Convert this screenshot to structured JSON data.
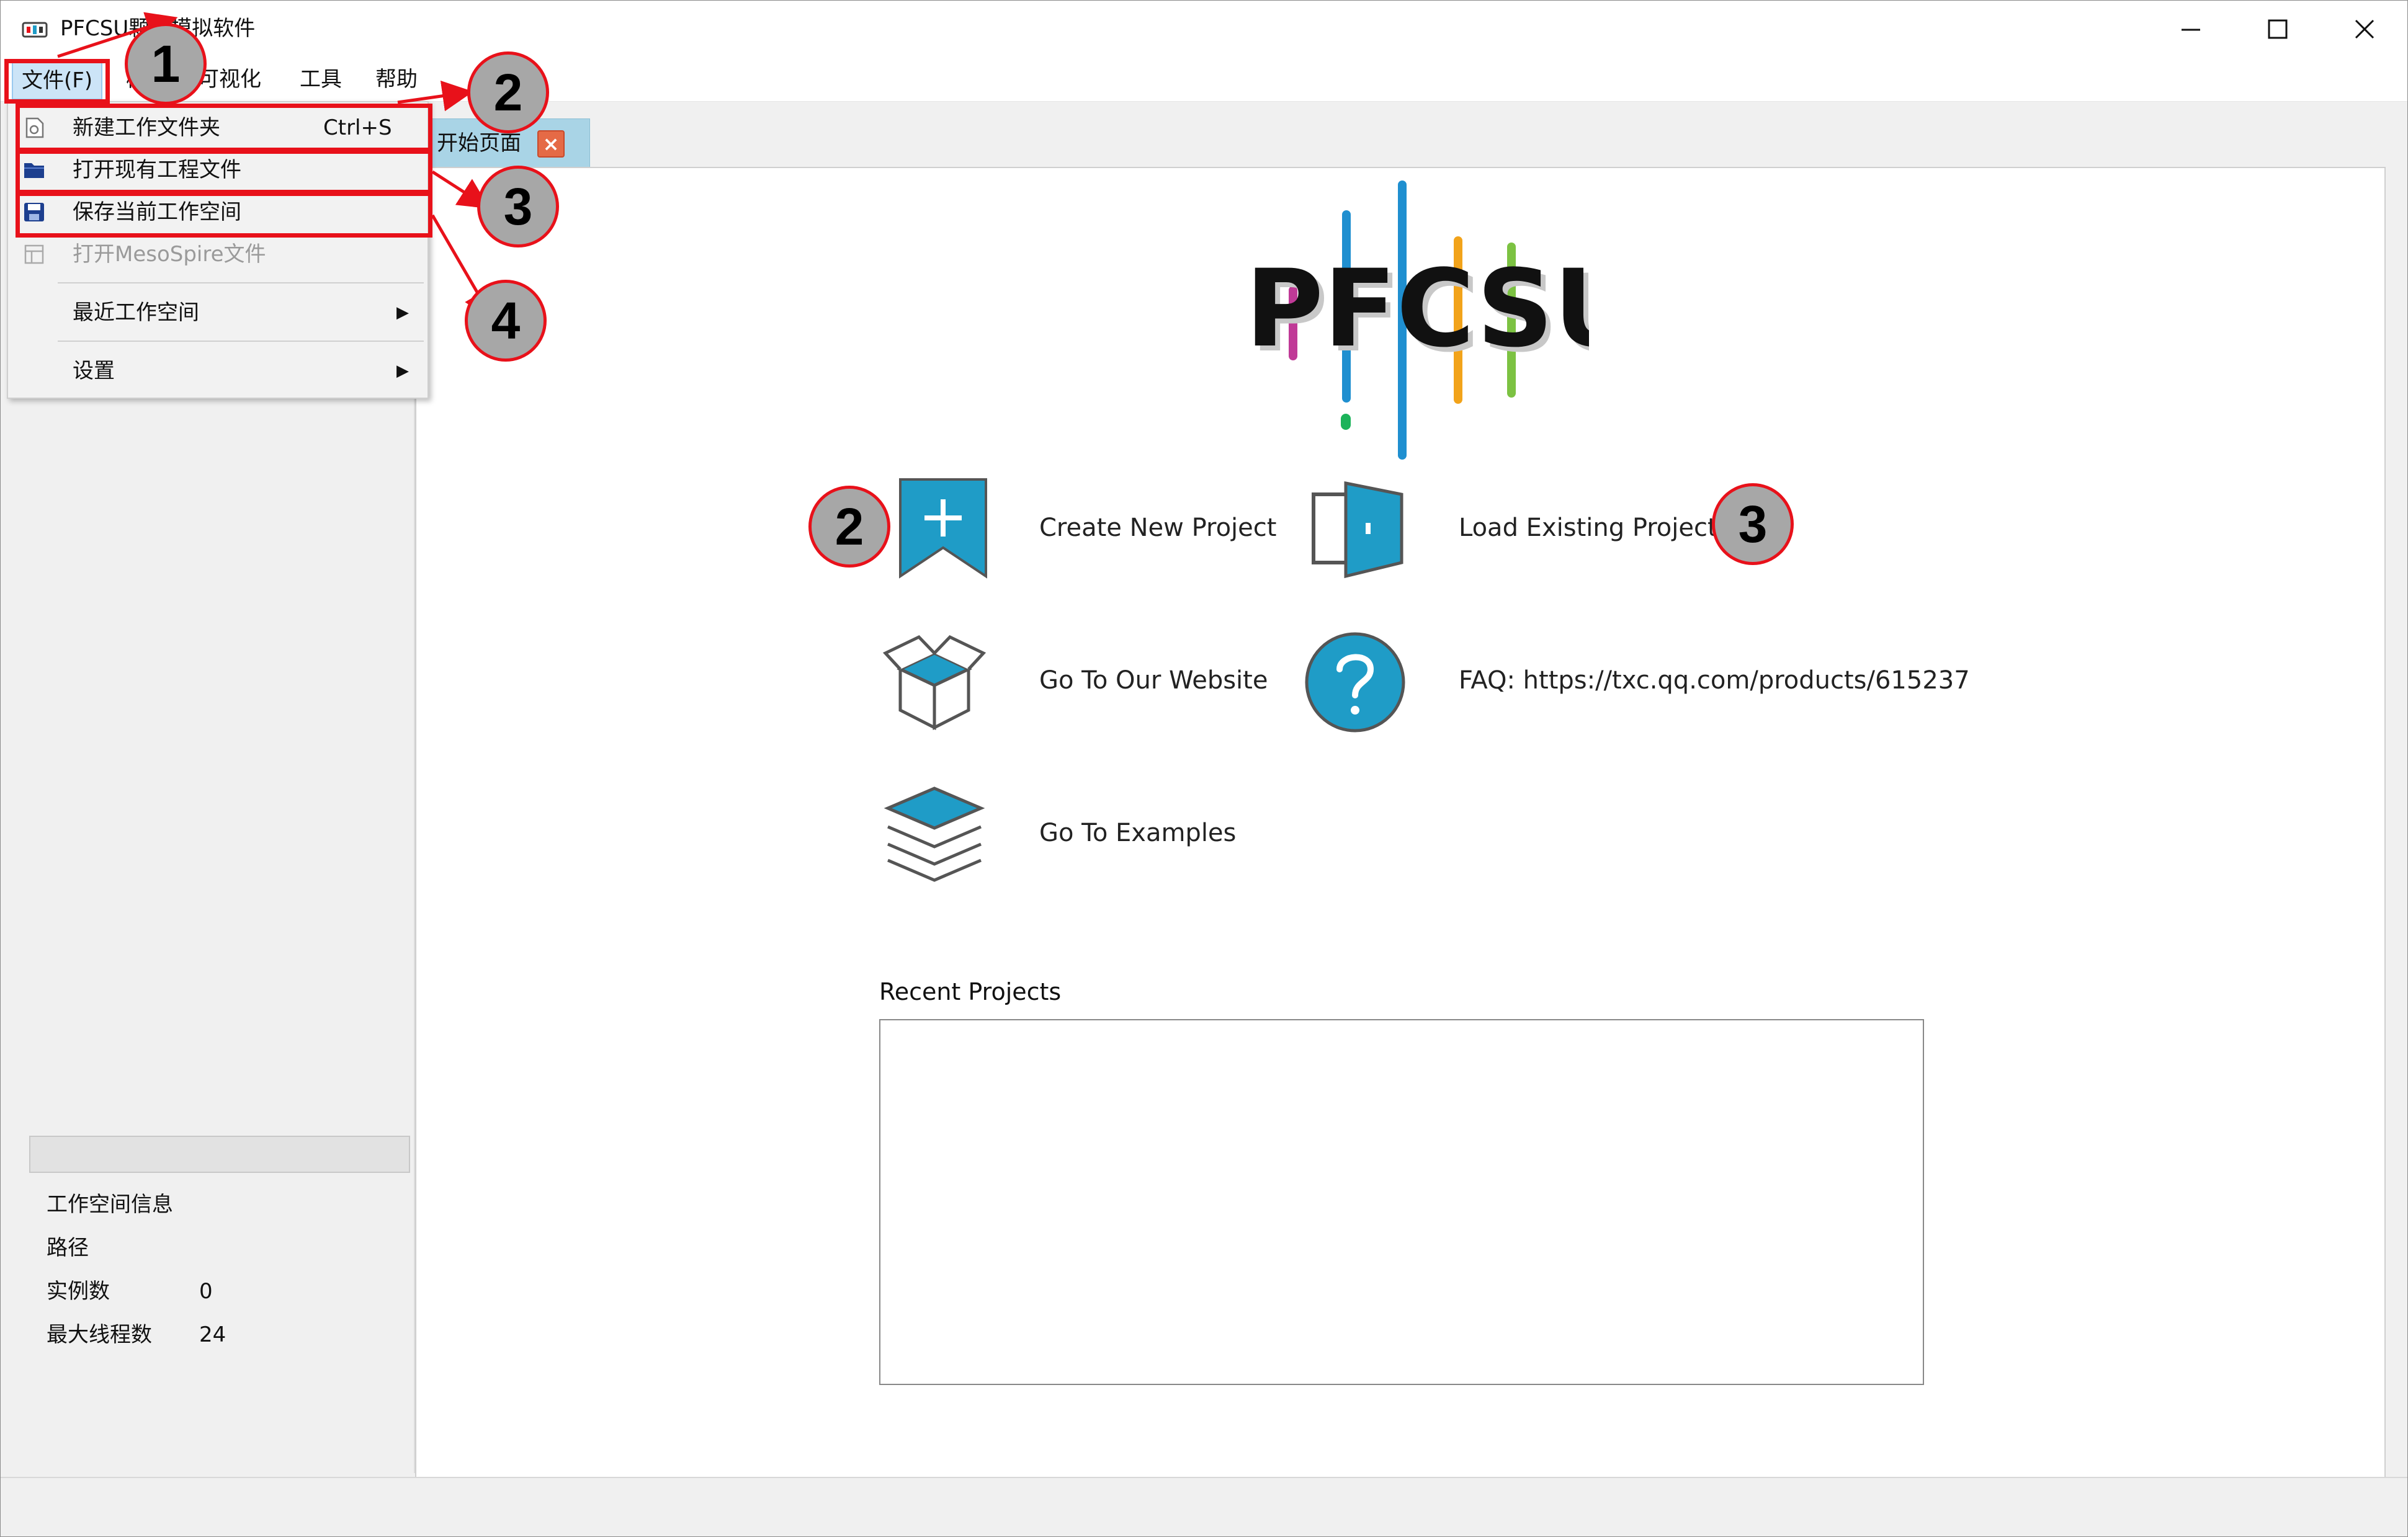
{
  "window": {
    "title": "PFCSU颗粒模拟软件",
    "controls": {
      "minimize": "—",
      "maximize": "☐",
      "close": "✕"
    }
  },
  "menubar": {
    "items": [
      {
        "id": "file",
        "label": "文件(F)"
      },
      {
        "id": "model",
        "label": "模"
      },
      {
        "id": "vis",
        "label": "可视化"
      },
      {
        "id": "tools",
        "label": "工具"
      },
      {
        "id": "help",
        "label": "帮助"
      }
    ]
  },
  "file_menu": {
    "items": [
      {
        "label": "新建工作文件夹",
        "shortcut": "Ctrl+S",
        "icon": "new-folder-icon",
        "enabled": true
      },
      {
        "label": "打开现有工程文件",
        "shortcut": "",
        "icon": "open-folder-icon",
        "enabled": true
      },
      {
        "label": "保存当前工作空间",
        "shortcut": "",
        "icon": "save-icon",
        "enabled": true
      },
      {
        "label": "打开MesoSpire文件",
        "shortcut": "",
        "icon": "mesospire-file-icon",
        "enabled": false
      },
      {
        "label": "最近工作空间",
        "submenu": true
      },
      {
        "label": "设置",
        "submenu": true
      }
    ]
  },
  "tab": {
    "label": "开始页面",
    "close_icon": "close-tab-icon"
  },
  "start_page": {
    "logo_text": "PFCSU",
    "actions": [
      {
        "id": "create",
        "label": "Create New Project",
        "icon": "bookmark-plus-icon"
      },
      {
        "id": "load",
        "label": "Load Existing Project",
        "icon": "door-icon"
      },
      {
        "id": "website",
        "label": "Go To Our Website",
        "icon": "open-box-icon"
      },
      {
        "id": "faq",
        "label": "FAQ: https://txc.qq.com/products/615237",
        "icon": "question-mark-icon"
      },
      {
        "id": "examples",
        "label": "Go To Examples",
        "icon": "layers-icon"
      }
    ],
    "recent_title": "Recent Projects",
    "recent_projects": []
  },
  "workspace_info": {
    "heading": "工作空间信息",
    "path_label": "路径",
    "path_value": "",
    "instances_label": "实例数",
    "instances_value": "0",
    "max_threads_label": "最大线程数",
    "max_threads_value": "24"
  },
  "annotations": {
    "callouts": [
      "1",
      "2",
      "3",
      "4",
      "2",
      "3"
    ]
  },
  "colors": {
    "accent_blue": "#1f9cc7",
    "annotation_red": "#e8111a",
    "menu_highlight": "#cce4f7",
    "tab_active": "#a9d4e6"
  }
}
